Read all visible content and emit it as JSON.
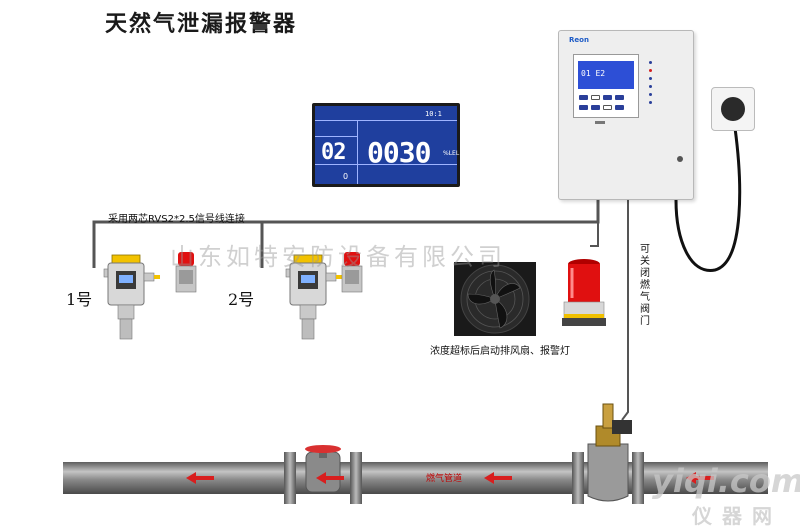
{
  "title": "天然气泄漏报警器",
  "cable_note": "采用两芯RVS2*2.5信号线连接",
  "detectors": [
    {
      "label": "1号"
    },
    {
      "label": "2号"
    }
  ],
  "fan_note": "浓度超标后启动排风扇、报警灯",
  "valve_note": "可关闭燃气阀门",
  "pipe_label": "燃气管道",
  "watermark": "山东如特安防设备有限公司",
  "site_watermark": {
    "domain": "yiqi.com",
    "cn": "仪器网"
  },
  "lcd": {
    "main_value": "0030",
    "unit": "%LEL",
    "left_value": "02",
    "channel": "10:1",
    "small_value": "0"
  },
  "controller": {
    "brand": "Reon",
    "screen_text": "01 E2"
  },
  "colors": {
    "pipe": "#7a7a7a",
    "arrow": "#d81e1e",
    "lcd_bg": "#1f3f9e",
    "detector_yellow": "#f2c200",
    "beacon_red": "#e01010",
    "handle_red": "#d93030"
  },
  "icons": {
    "detector": "gas-detector-icon",
    "beacon": "alarm-beacon-icon",
    "fan": "exhaust-fan-icon",
    "valve": "solenoid-valve-icon",
    "socket": "power-socket-icon"
  }
}
